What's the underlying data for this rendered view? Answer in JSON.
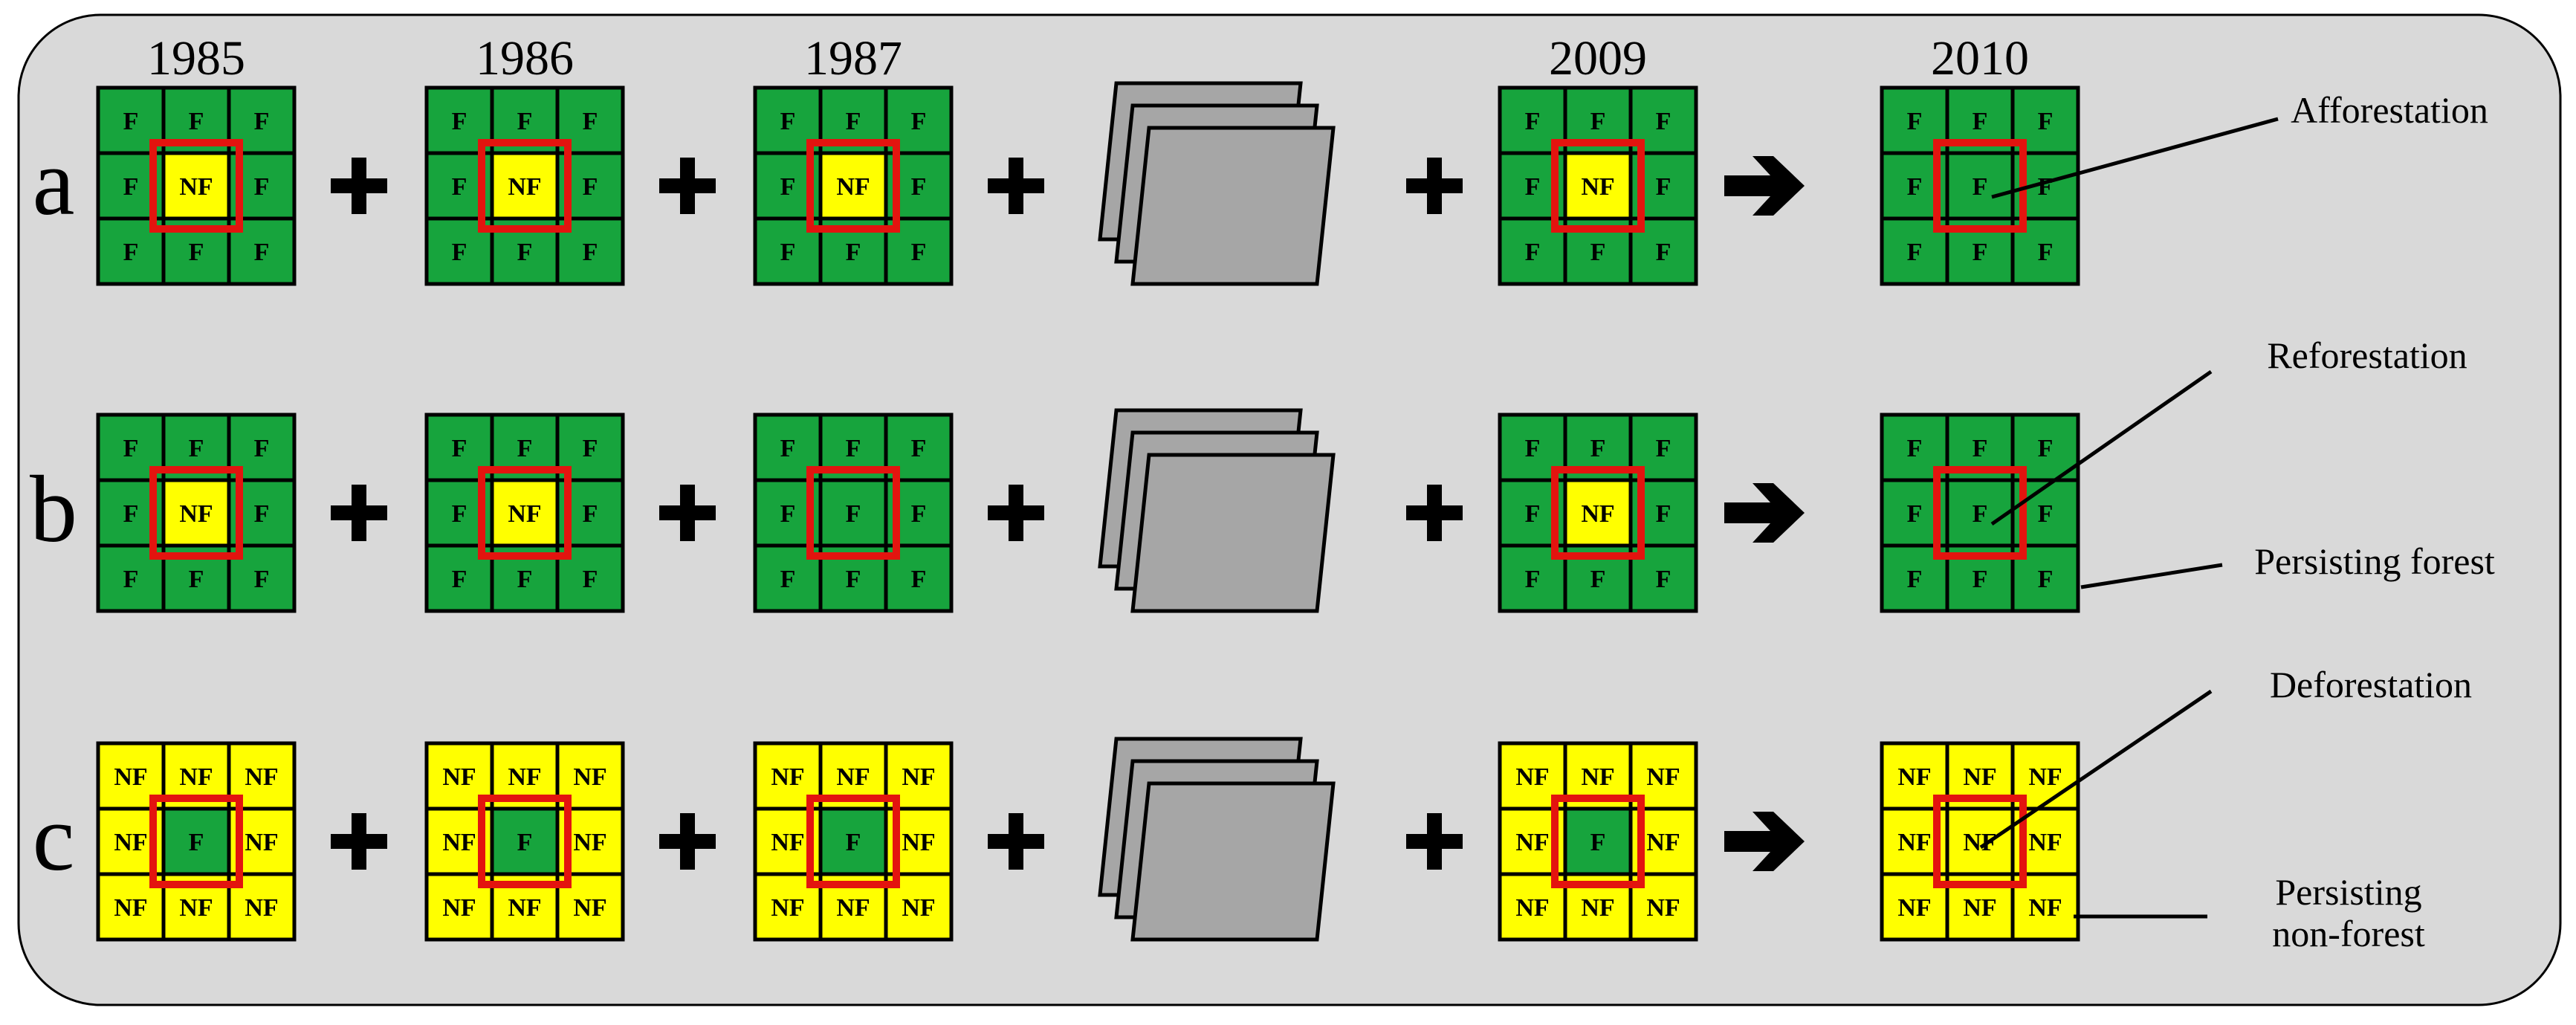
{
  "years": [
    "1985",
    "1986",
    "1987",
    "2009",
    "2010"
  ],
  "rows": [
    {
      "label": "a",
      "grids": [
        [
          "F",
          "F",
          "F",
          "F",
          "NF",
          "F",
          "F",
          "F",
          "F"
        ],
        [
          "F",
          "F",
          "F",
          "F",
          "NF",
          "F",
          "F",
          "F",
          "F"
        ],
        [
          "F",
          "F",
          "F",
          "F",
          "NF",
          "F",
          "F",
          "F",
          "F"
        ],
        [
          "F",
          "F",
          "F",
          "F",
          "NF",
          "F",
          "F",
          "F",
          "F"
        ],
        [
          "F",
          "F",
          "F",
          "F",
          "F",
          "F",
          "F",
          "F",
          "F"
        ]
      ],
      "annotations": [
        {
          "text": "Afforestation",
          "target": "center"
        }
      ]
    },
    {
      "label": "b",
      "grids": [
        [
          "F",
          "F",
          "F",
          "F",
          "NF",
          "F",
          "F",
          "F",
          "F"
        ],
        [
          "F",
          "F",
          "F",
          "F",
          "NF",
          "F",
          "F",
          "F",
          "F"
        ],
        [
          "F",
          "F",
          "F",
          "F",
          "F",
          "F",
          "F",
          "F",
          "F"
        ],
        [
          "F",
          "F",
          "F",
          "F",
          "NF",
          "F",
          "F",
          "F",
          "F"
        ],
        [
          "F",
          "F",
          "F",
          "F",
          "F",
          "F",
          "F",
          "F",
          "F"
        ]
      ],
      "annotations": [
        {
          "text": "Reforestation",
          "target": "center"
        },
        {
          "text": "Persisting forest",
          "target": "corner"
        }
      ]
    },
    {
      "label": "c",
      "grids": [
        [
          "NF",
          "NF",
          "NF",
          "NF",
          "F",
          "NF",
          "NF",
          "NF",
          "NF"
        ],
        [
          "NF",
          "NF",
          "NF",
          "NF",
          "F",
          "NF",
          "NF",
          "NF",
          "NF"
        ],
        [
          "NF",
          "NF",
          "NF",
          "NF",
          "F",
          "NF",
          "NF",
          "NF",
          "NF"
        ],
        [
          "NF",
          "NF",
          "NF",
          "NF",
          "F",
          "NF",
          "NF",
          "NF",
          "NF"
        ],
        [
          "NF",
          "NF",
          "NF",
          "NF",
          "NF",
          "NF",
          "NF",
          "NF",
          "NF"
        ]
      ],
      "annotations": [
        {
          "text": "Deforestation",
          "target": "center"
        },
        {
          "text": "Persisting\nnon-forest",
          "target": "corner"
        }
      ]
    }
  ],
  "operators": {
    "plus": "+",
    "arrow": "right-arrow-icon",
    "stack": "image-stack-icon"
  },
  "colors": {
    "forest": "#17a43d",
    "nonforest": "#ffff00",
    "highlight": "#e3140f",
    "background": "#d9d9d9",
    "stack": "#a6a6a6",
    "line": "#000000"
  }
}
